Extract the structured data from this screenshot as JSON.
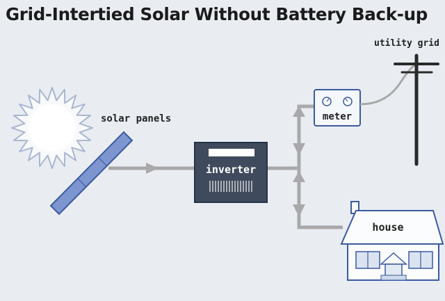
{
  "title": "Grid-Intertied Solar Without Battery Back-up",
  "labels": {
    "solar_panels": "solar panels",
    "inverter": "inverter",
    "meter": "meter",
    "utility_grid": "utility grid",
    "house": "house"
  },
  "colors": {
    "background": "#e9edf2",
    "wire": "#a9a9a9",
    "inverter_body": "#3f4a5c",
    "panel": "#7d96cf",
    "outline": "#3a5aa0",
    "house_fill": "#fbfcfd"
  },
  "icons": [
    "sun-icon",
    "solar-panel-icon",
    "inverter-icon",
    "meter-icon",
    "utility-pole-icon",
    "house-icon"
  ]
}
